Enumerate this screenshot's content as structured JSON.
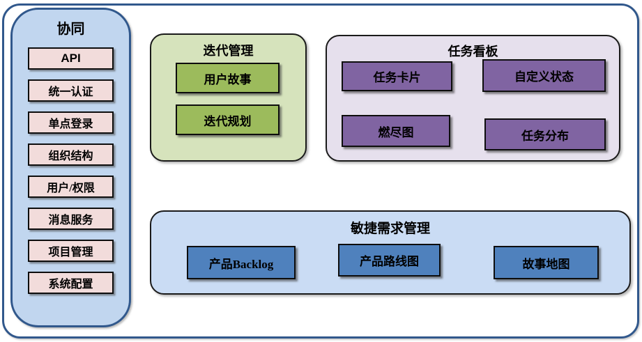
{
  "sidebar": {
    "title": "协同",
    "items": [
      "API",
      "统一认证",
      "单点登录",
      "组织结构",
      "用户/权限",
      "消息服务",
      "项目管理",
      "系统配置"
    ]
  },
  "iteration_panel": {
    "title": "迭代管理",
    "items": [
      "用户故事",
      "迭代规划"
    ]
  },
  "taskboard_panel": {
    "title": "任务看板",
    "items": [
      "任务卡片",
      "自定义状态",
      "燃尽图",
      "任务分布"
    ]
  },
  "requirements_panel": {
    "title": "敏捷需求管理",
    "items": [
      "产品Backlog",
      "产品路线图",
      "故事地图"
    ]
  },
  "colors": {
    "frame_border": "#31588C",
    "sidebar_fill": "#C1D6EF",
    "sidebar_item_fill": "#F2DCDB",
    "iteration_panel_fill": "#D6E3BC",
    "iteration_item_fill": "#9CBB5C",
    "taskboard_panel_fill": "#E6E0ED",
    "taskboard_item_fill": "#8064A2",
    "requirements_panel_fill": "#CADCF4",
    "requirements_item_fill": "#4F81BD",
    "node_border": "#0d0d0d"
  }
}
